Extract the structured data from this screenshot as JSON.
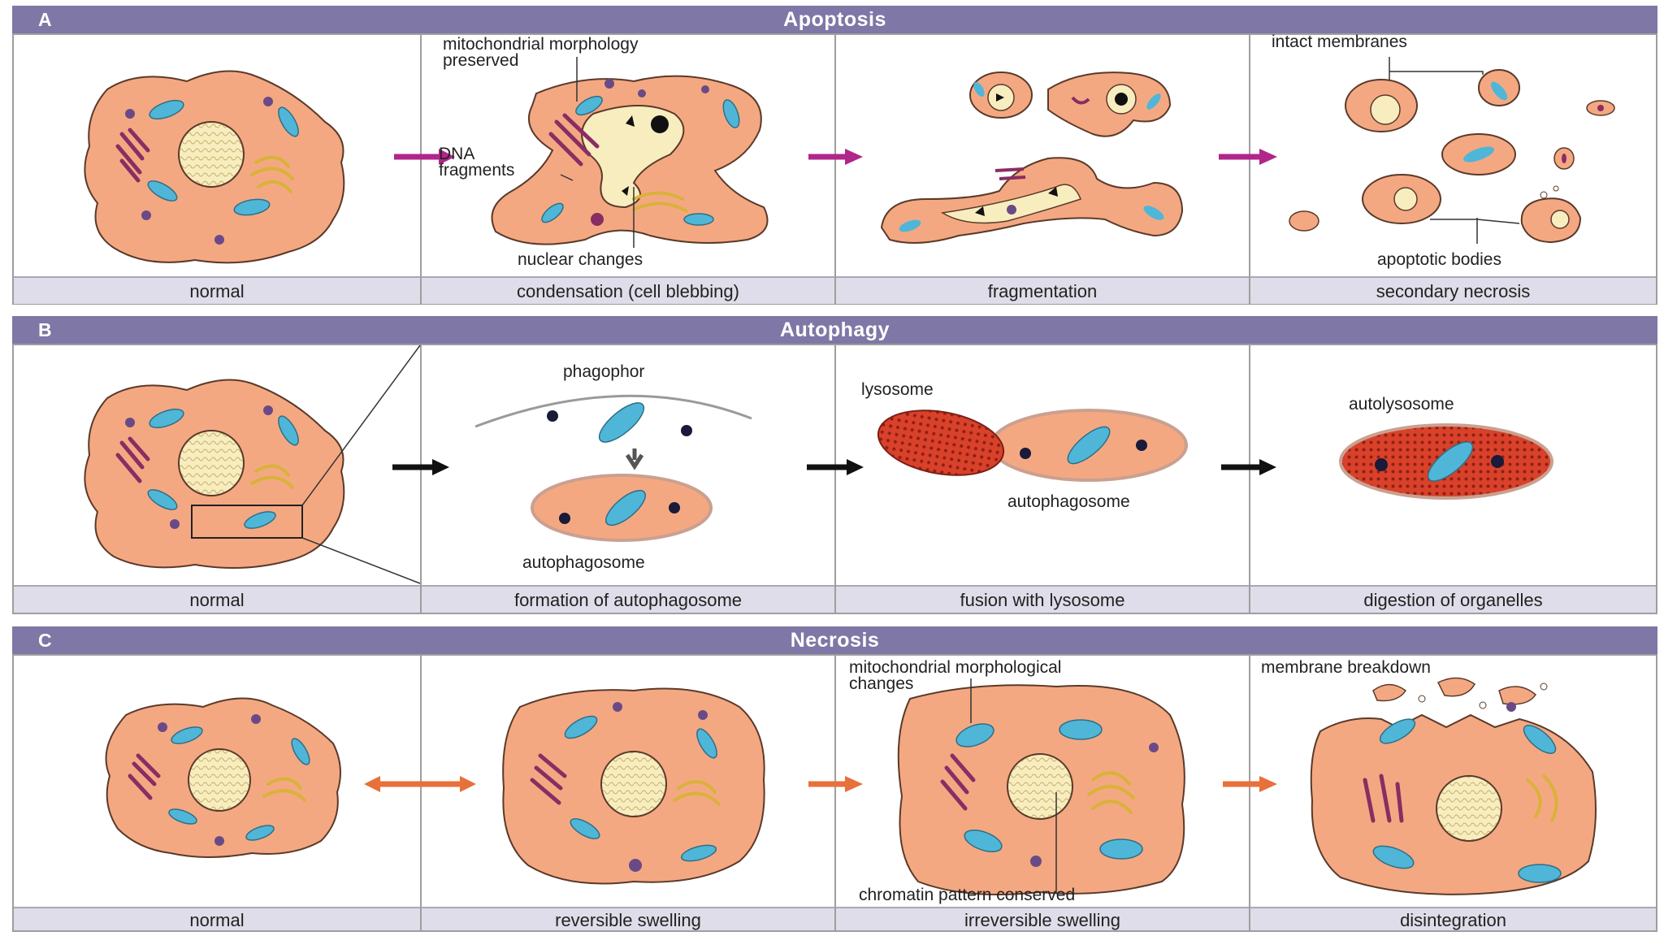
{
  "sections": [
    {
      "letter": "A",
      "title": "Apoptosis",
      "captions": [
        "normal",
        "condensation (cell blebbing)",
        "fragmentation",
        "secondary necrosis"
      ],
      "annotations": {
        "mito": "mitochondrial morphology\npreserved",
        "dna": "DNA\nfragments",
        "nuclear": "nuclear changes",
        "intact": "intact membranes",
        "bodies": "apoptotic bodies"
      },
      "arrow_color": "#b0268a"
    },
    {
      "letter": "B",
      "title": "Autophagy",
      "captions": [
        "normal",
        "formation of autophagosome",
        "fusion with lysosome",
        "digestion of organelles"
      ],
      "annotations": {
        "phagophor": "phagophor",
        "autophagosome1": "autophagosome",
        "lysosome": "lysosome",
        "autophagosome2": "autophagosome",
        "autolysosome": "autolysosome"
      },
      "arrow_color": "#111111"
    },
    {
      "letter": "C",
      "title": "Necrosis",
      "captions": [
        "normal",
        "reversible swelling",
        "irreversible swelling",
        "disintegration"
      ],
      "annotations": {
        "mito": "mitochondrial morphological\nchanges",
        "chromatin": "chromatin pattern conserved",
        "membrane": "membrane breakdown"
      },
      "arrow_color": "#e8703a"
    }
  ],
  "colors": {
    "cell": "#f4a882",
    "cell_outline": "#5a3a2a",
    "nucleus": "#f7edbf",
    "mito": "#4fb6d8",
    "er": "#8a2d63",
    "golgi": "#d9b23a",
    "vesicle": "#6a4a86",
    "lysosome": "#d9412a",
    "band": "#7f77a6",
    "caption_bg": "#dedde9"
  }
}
